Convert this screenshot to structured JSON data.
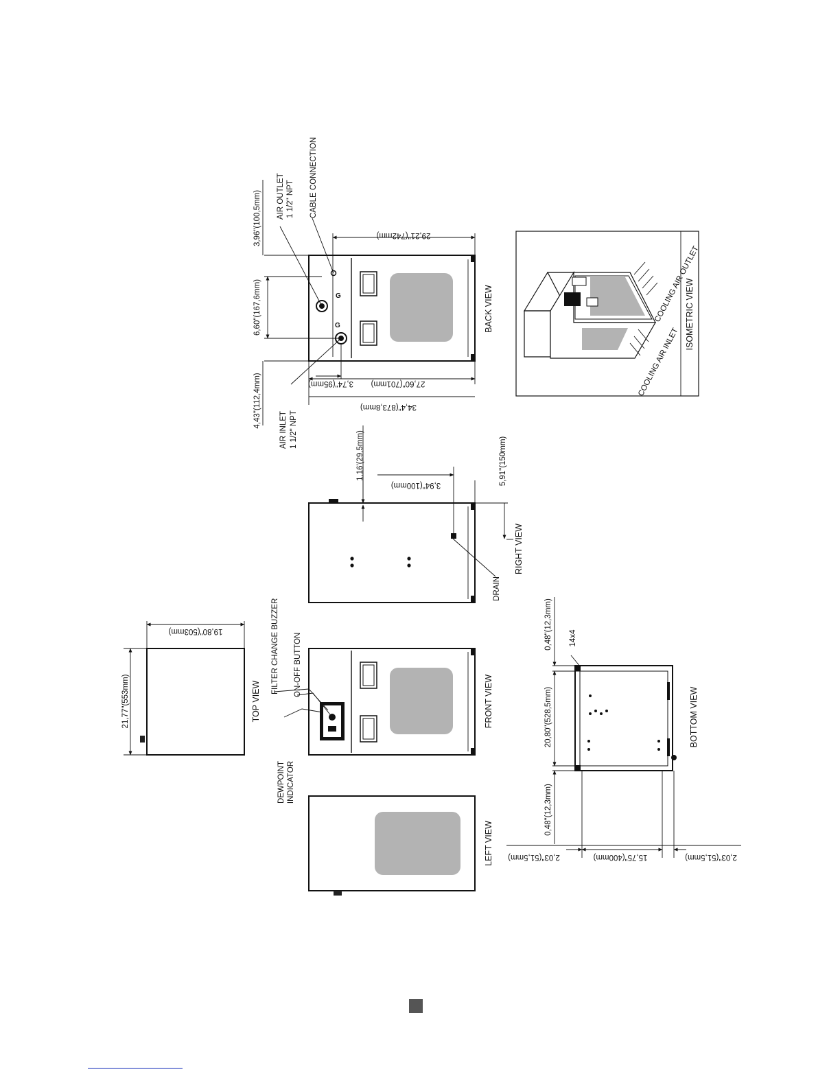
{
  "labels": {
    "top_view": "TOP VIEW",
    "left_view": "LEFT VIEW",
    "front_view": "FRONT VIEW",
    "right_view": "RIGHT VIEW",
    "back_view": "BACK VIEW",
    "bottom_view": "BOTTOM VIEW",
    "isometric_view": "ISOMETRIC VIEW",
    "dewpoint_indicator_1": "DEWPOINT",
    "dewpoint_indicator_2": "INDICATOR",
    "filter_change_buzzer": "FILTER CHANGE BUZZER",
    "on_off_button": "ON-OFF BUTTON",
    "drain": "DRAIN",
    "air_outlet_1": "AIR OUTLET",
    "air_outlet_2": "1 1/2\" NPT",
    "cable_connection": "CABLE CONNECTION",
    "air_inlet_1": "AIR INLET",
    "air_inlet_2": "1 1/2\" NPT",
    "cooling_air_outlet": "COOLING AIR OUTLET",
    "cooling_air_inlet": "COOLING AIR INLET",
    "foot_size": "14x4"
  },
  "dimensions": {
    "top_width": "19,80\"(503mm)",
    "top_depth": "21,77\"(553mm)",
    "right_top_offset": "1,16'(29,5mm)",
    "right_drain_height": "3,94\"(100mm)",
    "right_drain_offset": "5,91\"(150mm)",
    "back_outlet_offset": "3,96\"(100,5mm)",
    "back_port_spacing": "6,60\"(167,6mm)",
    "back_inlet_offset": "4,43\"(112,4mm)",
    "back_height": "29,21\"(742mm)",
    "back_port_height": "3,74\"(95mm)",
    "back_body_height": "27,60\"(701mm)",
    "back_total_height": "34,4\"(873,8mm)",
    "bottom_edge_top": "0,48\"(12,3mm)",
    "bottom_width": "20,80\"(528,5mm)",
    "bottom_edge_bottom": "0,48\"(12,3mm)",
    "bottom_margin_left": "2,03\"(51,5mm)",
    "bottom_rail": "15,75\"(400mm)",
    "bottom_margin_right": "2,03\"(51,5mm)"
  },
  "colors": {
    "line": "#111111",
    "panel_fill": "#b3b3b3",
    "page_marker": "#555555",
    "footer_rule": "#3b4fc4"
  }
}
